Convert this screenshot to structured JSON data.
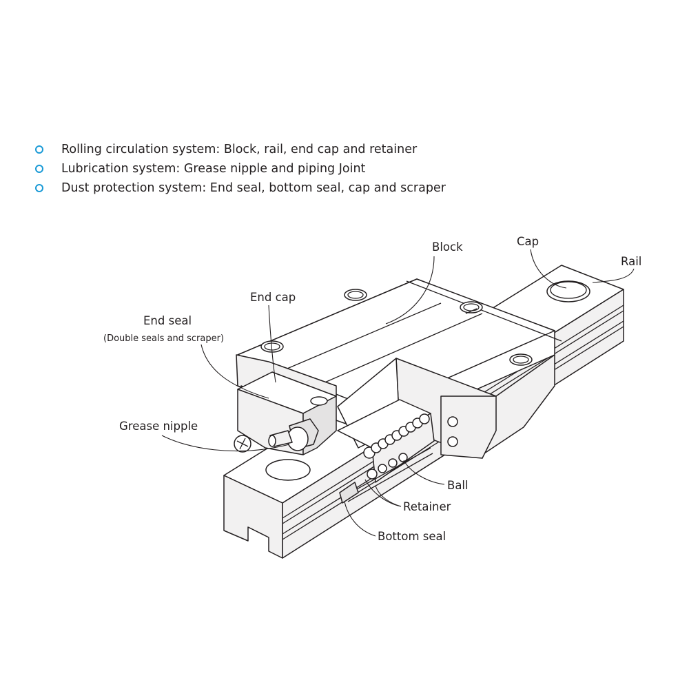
{
  "bullets": [
    "Rolling circulation system: Block, rail, end cap and retainer",
    "Lubrication system: Grease nipple and piping Joint",
    "Dust protection system: End seal, bottom seal, cap and scraper"
  ],
  "labels": {
    "block": "Block",
    "cap": "Cap",
    "rail": "Rail",
    "end_cap": "End cap",
    "end_seal": "End seal",
    "end_seal_sub": "(Double seals and scraper)",
    "grease_nipple": "Grease nipple",
    "ball": "Ball",
    "retainer": "Retainer",
    "bottom_seal": "Bottom seal"
  },
  "colors": {
    "bullet_accent": "#1a9ad6"
  }
}
